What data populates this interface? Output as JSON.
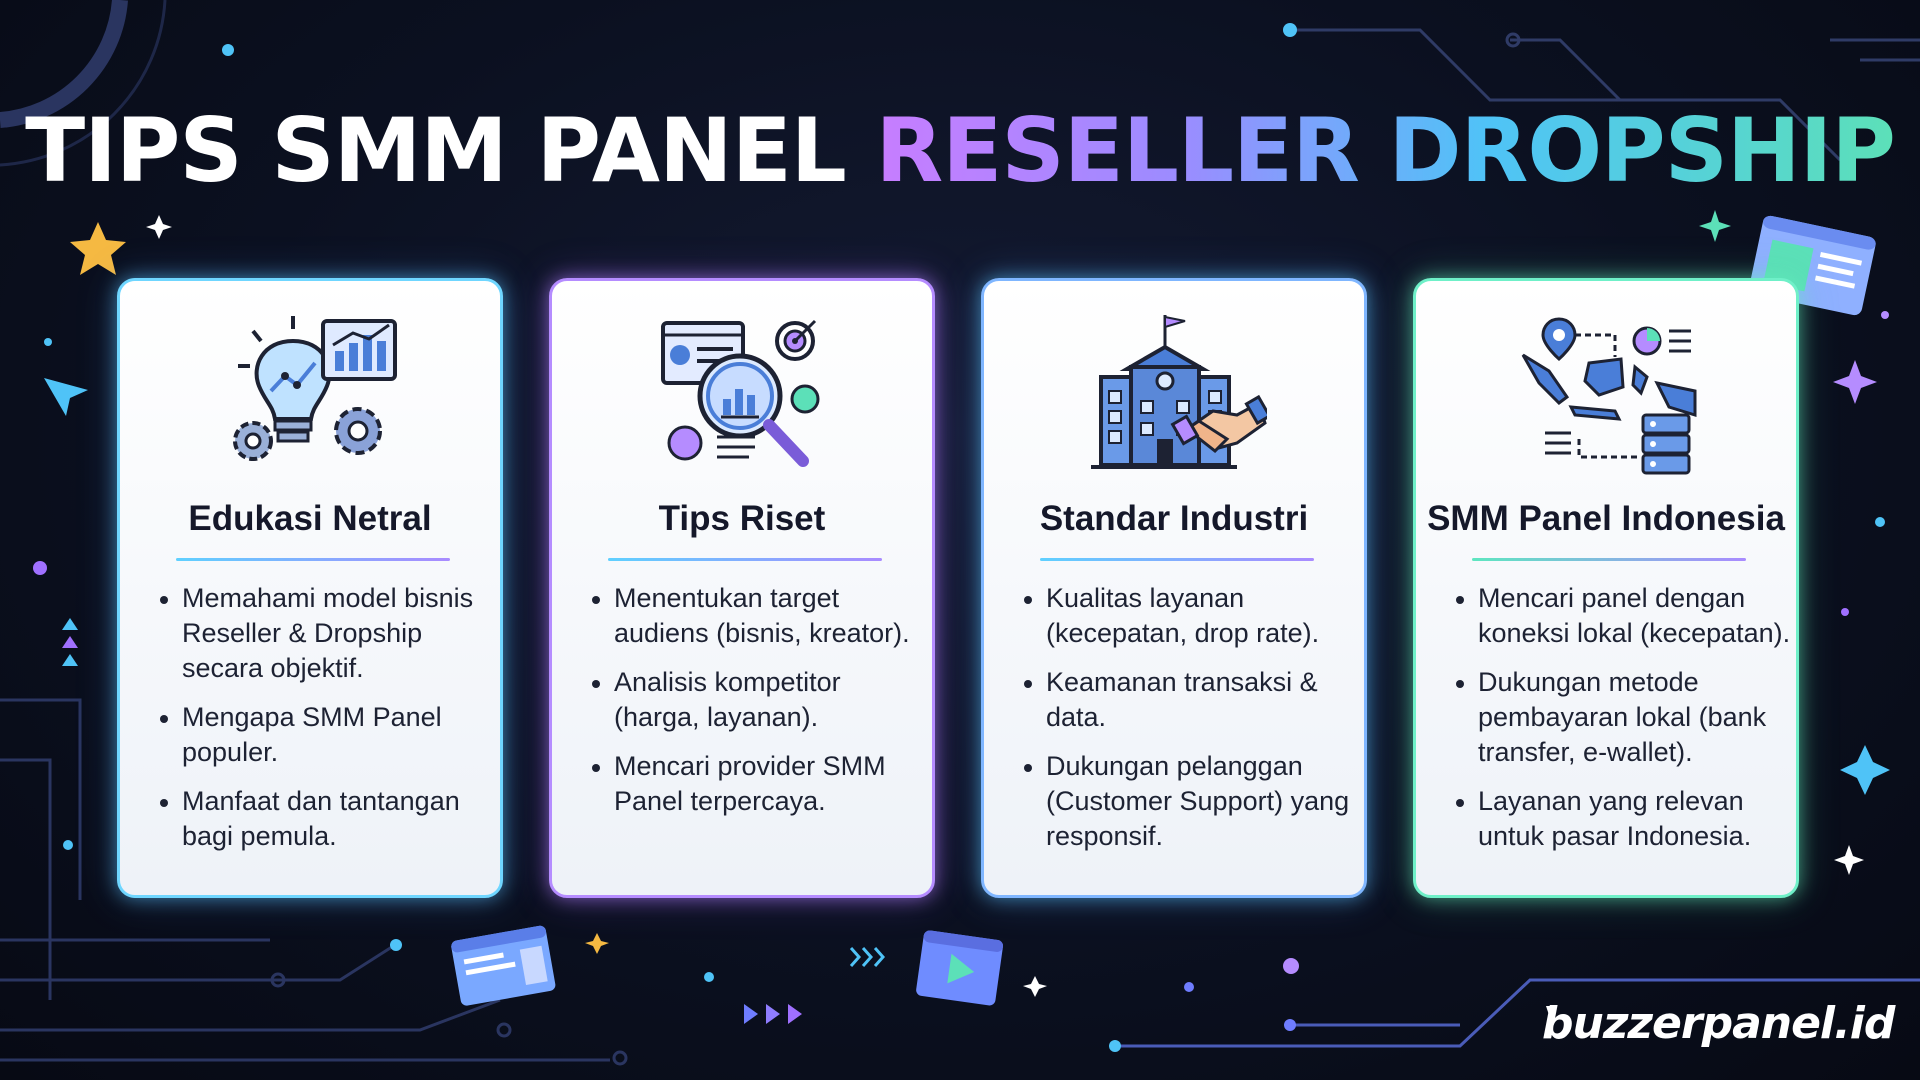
{
  "header": {
    "title_part1": "TIPS SMM PANEL",
    "title_part2": "RESELLER DROPSHIP"
  },
  "cards": [
    {
      "title": "Edukasi Netral",
      "icon": "lightbulb-gears-icon",
      "items": [
        "Memahami model bisnis Reseller & Dropship secara objektif.",
        "Mengapa SMM Panel populer.",
        "Manfaat dan tantangan bagi pemula."
      ]
    },
    {
      "title": "Tips Riset",
      "icon": "magnifier-chart-icon",
      "items": [
        "Menentukan target audiens (bisnis, kreator).",
        "Analisis kompetitor (harga, layanan).",
        "Mencari provider SMM Panel terpercaya."
      ]
    },
    {
      "title": "Standar Industri",
      "icon": "building-handshake-icon",
      "items": [
        "Kualitas layanan (kecepatan, drop rate).",
        "Keamanan transaksi & data.",
        "Dukungan pelanggan (Customer Support) yang responsif."
      ]
    },
    {
      "title": "SMM Panel Indonesia",
      "icon": "indonesia-map-server-icon",
      "items": [
        "Mencari panel dengan koneksi lokal (kecepatan).",
        "Dukungan metode pembayaran lokal (bank transfer, e-wallet).",
        "Layanan yang relevan untuk pasar Indonesia."
      ]
    }
  ],
  "brand": {
    "name": "buzzerpanel.id"
  },
  "colors": {
    "background": "#0b1020",
    "accent_cyan": "#4fc3f7",
    "accent_purple": "#b58cff",
    "accent_green": "#5ce0b8"
  }
}
